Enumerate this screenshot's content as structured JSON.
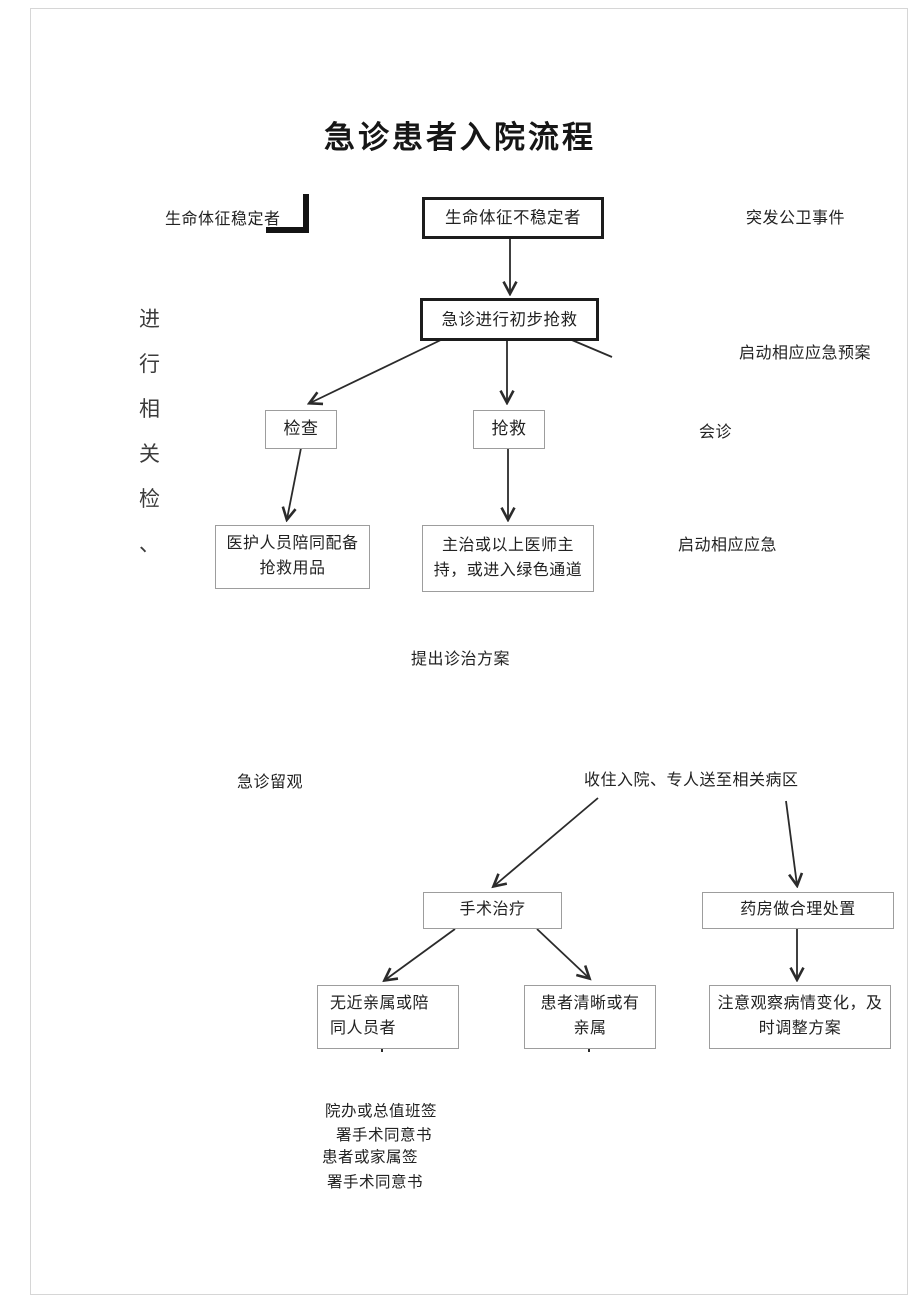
{
  "title": "急诊患者入院流程",
  "labels": {
    "stable": "生命体征稳定者",
    "public_event": "突发公卫事件",
    "launch_plan": "启动相应应急预案",
    "consult": "会诊",
    "launch_emergency": "启动相应应急",
    "propose": "提出诊治方案",
    "observation": "急诊留观",
    "admission": "收住入院、专人送至相关病区"
  },
  "left_note": {
    "chars": [
      "进",
      "行",
      "相",
      "关",
      "检",
      "、"
    ]
  },
  "boxes": {
    "unstable": "生命体征不稳定者",
    "initial_rescue": "急诊进行初步抢救",
    "check": "检查",
    "rescue": "抢救",
    "escort": "医护人员陪同配备\n抢救用品",
    "attending": "主治或以上医师主\n持，或进入绿色通道",
    "surgery": "手术治疗",
    "pharmacy": "药房做合理处置",
    "no_relatives": "无近亲属或陪\n同人员者",
    "conscious": "患者清晰或有\n亲属",
    "observe": "注意观察病情变化，及\n时调整方案"
  },
  "sign_notes": [
    "院办或总值班签",
    "署手术同意书",
    "患者或家属签",
    "署手术同意书"
  ],
  "colors": {
    "bold_box_border": "#1c1c1c",
    "thin_box_border": "#9d9d9d",
    "arrow": "#2b2b2b",
    "page_border": "#d6d6d6"
  }
}
